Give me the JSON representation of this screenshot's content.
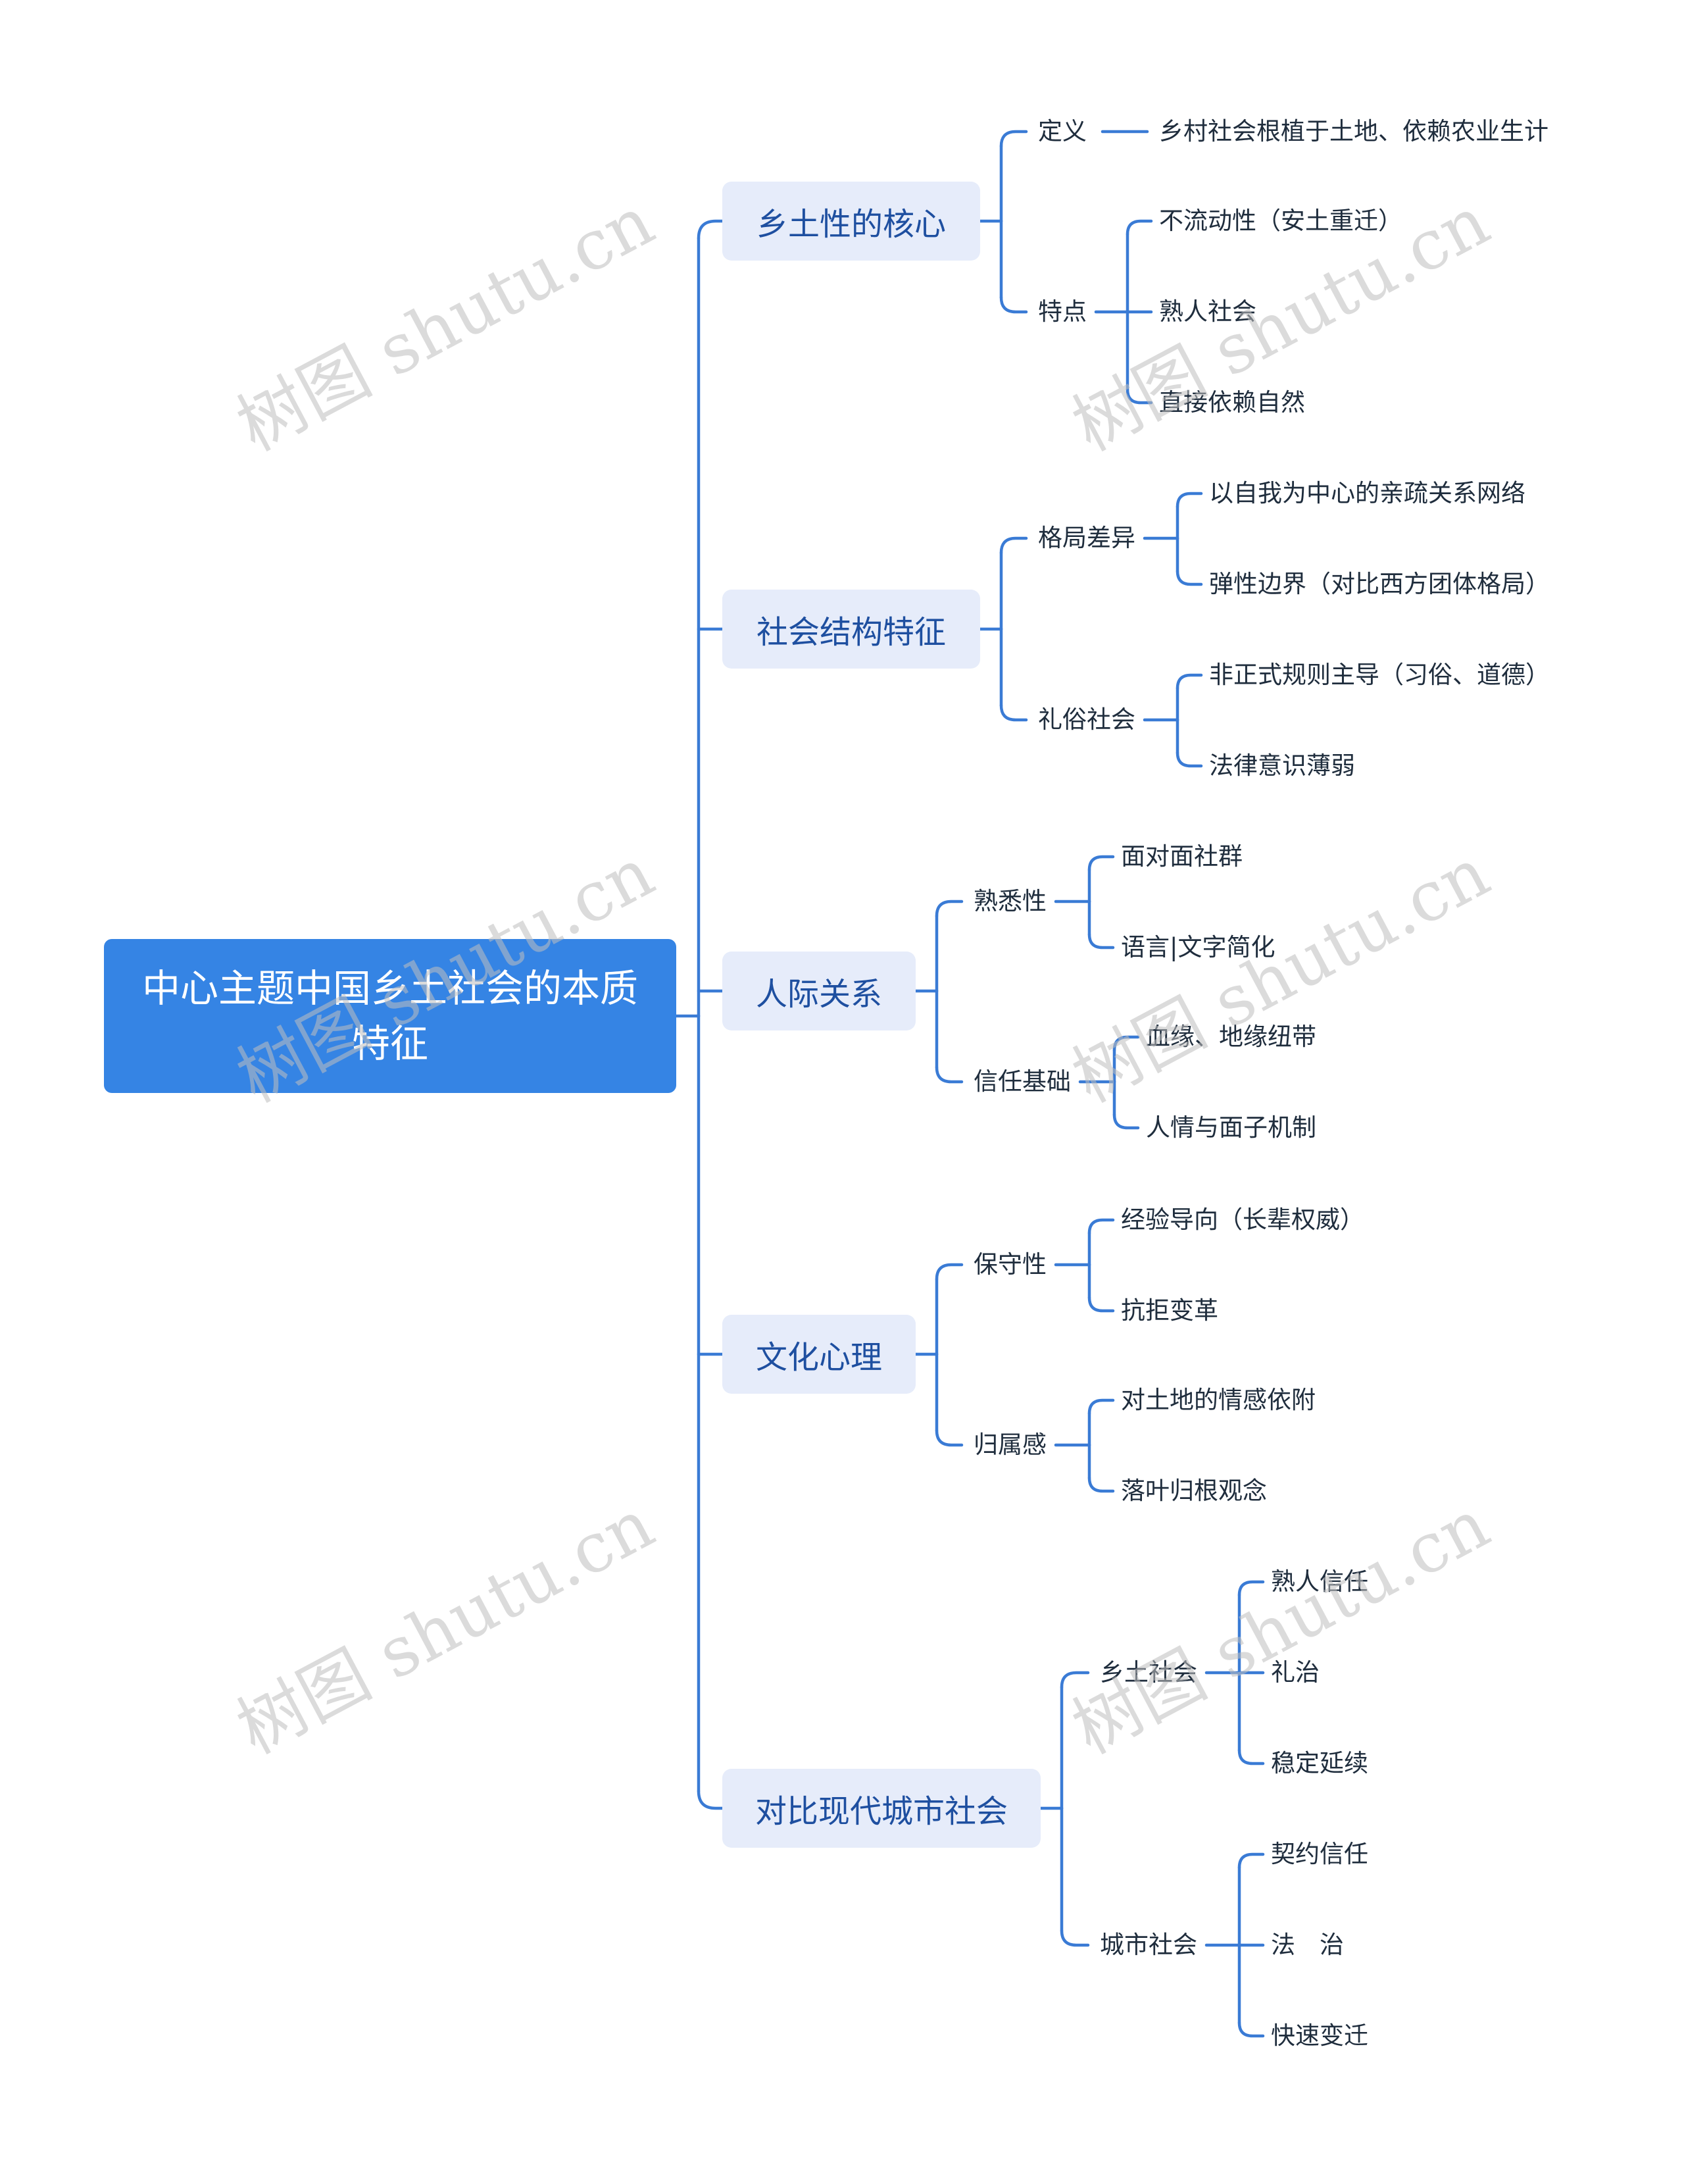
{
  "root": "中心主题中国乡土社会的本质特征",
  "branches": [
    {
      "label": "乡土性的核心",
      "children": [
        {
          "label": "定义",
          "children": [
            {
              "label": "乡村社会根植于土地、依赖农业生计"
            }
          ]
        },
        {
          "label": "特点",
          "children": [
            {
              "label": "不流动性（安土重迁）"
            },
            {
              "label": "熟人社会"
            },
            {
              "label": "直接依赖自然"
            }
          ]
        }
      ]
    },
    {
      "label": "社会结构特征",
      "children": [
        {
          "label": "格局差异",
          "children": [
            {
              "label": "以自我为中心的亲疏关系网络"
            },
            {
              "label": "弹性边界（对比西方团体格局）"
            }
          ]
        },
        {
          "label": "礼俗社会",
          "children": [
            {
              "label": "非正式规则主导（习俗、道德）"
            },
            {
              "label": "法律意识薄弱"
            }
          ]
        }
      ]
    },
    {
      "label": "人际关系",
      "children": [
        {
          "label": "熟悉性",
          "children": [
            {
              "label": "面对面社群"
            },
            {
              "label": "语言|文字简化"
            }
          ]
        },
        {
          "label": "信任基础",
          "children": [
            {
              "label": "血缘、地缘纽带"
            },
            {
              "label": "人情与面子机制"
            }
          ]
        }
      ]
    },
    {
      "label": "文化心理",
      "children": [
        {
          "label": "保守性",
          "children": [
            {
              "label": "经验导向（长辈权威）"
            },
            {
              "label": "抗拒变革"
            }
          ]
        },
        {
          "label": "归属感",
          "children": [
            {
              "label": "对土地的情感依附"
            },
            {
              "label": "落叶归根观念"
            }
          ]
        }
      ]
    },
    {
      "label": "对比现代城市社会",
      "children": [
        {
          "label": "乡土社会",
          "children": [
            {
              "label": "熟人信任"
            },
            {
              "label": "礼治"
            },
            {
              "label": "稳定延续"
            }
          ]
        },
        {
          "label": "城市社会",
          "children": [
            {
              "label": "契约信任"
            },
            {
              "label": "法　治"
            },
            {
              "label": "快速变迁"
            }
          ]
        }
      ]
    }
  ],
  "watermark": "树图 shutu.cn",
  "colors": {
    "line": "#3a7bd5",
    "root_bg": "#3584e4",
    "branch_bg": "#e6ecfa",
    "branch_text": "#1e4fa0",
    "text": "#1f2d3d"
  }
}
